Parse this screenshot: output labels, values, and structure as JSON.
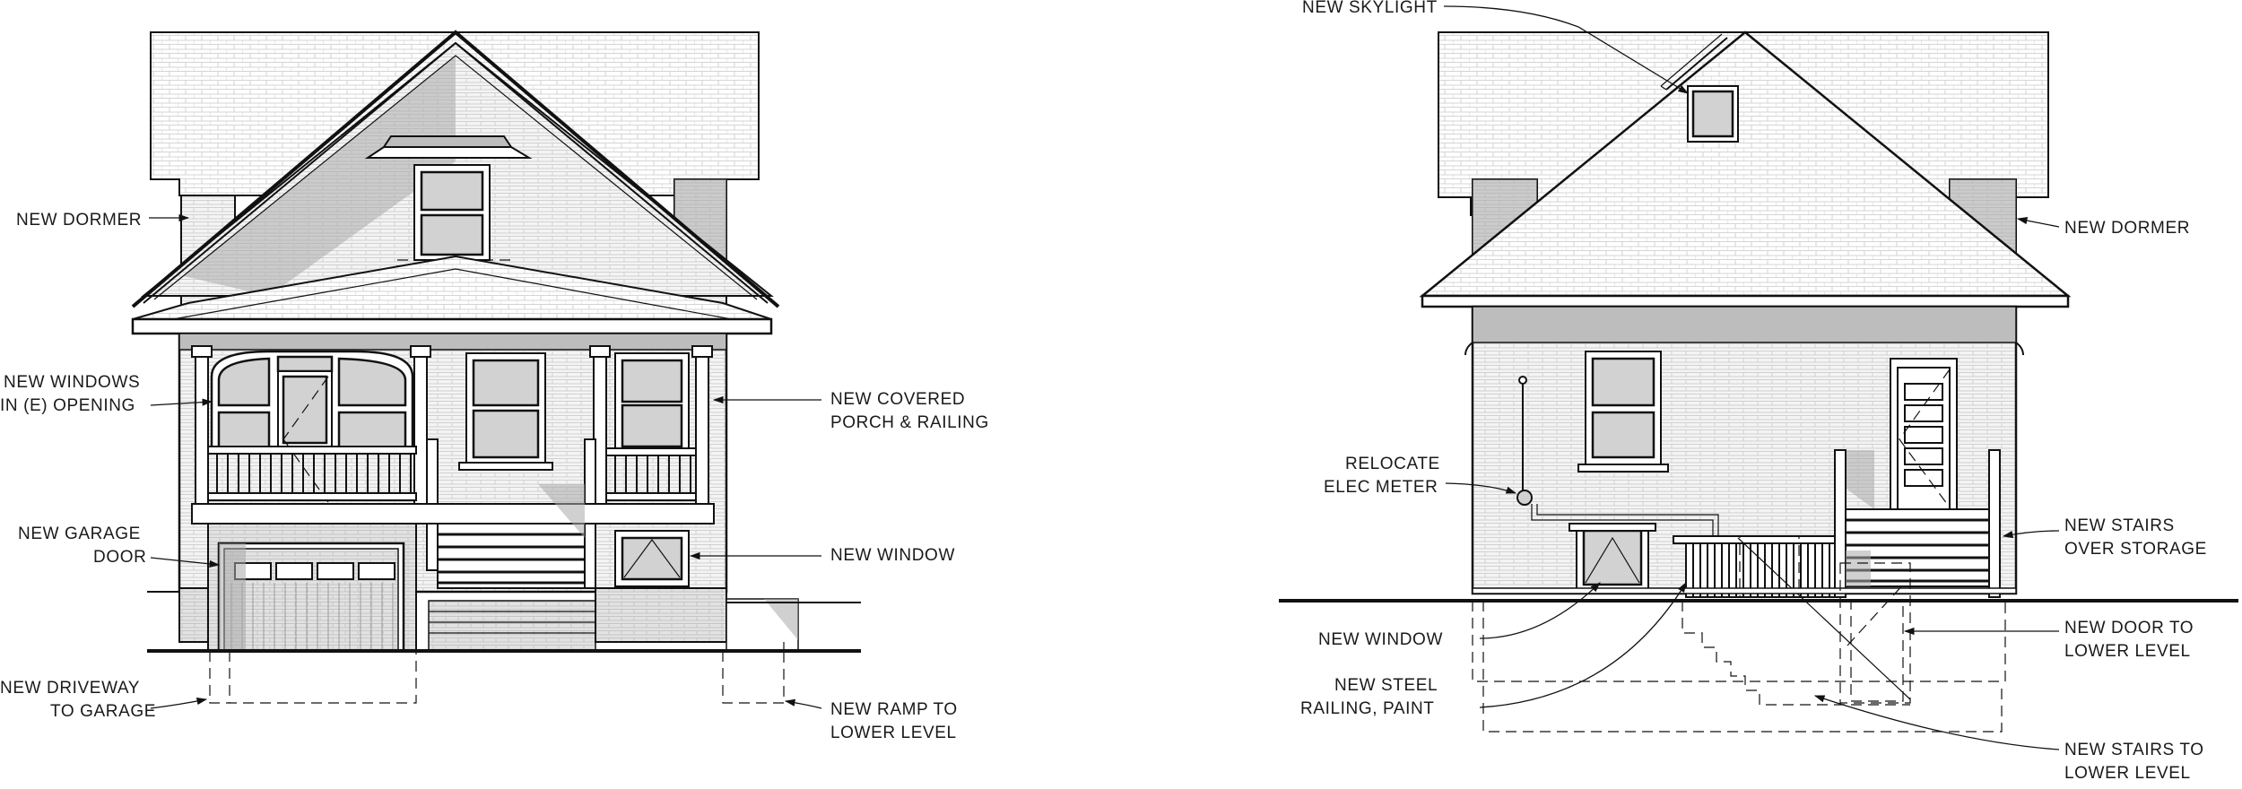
{
  "labels": {
    "front": {
      "new_dormer": "NEW DORMER",
      "new_windows_1": "NEW WINDOWS",
      "new_windows_2": "IN (E) OPENING",
      "new_garage_1": "NEW GARAGE",
      "new_garage_2": "DOOR",
      "new_driveway_1": "NEW DRIVEWAY",
      "new_driveway_2": "TO GARAGE",
      "covered_porch_1": "NEW COVERED",
      "covered_porch_2": "PORCH & RAILING",
      "new_window": "NEW WINDOW",
      "new_ramp_1": "NEW RAMP TO",
      "new_ramp_2": "LOWER LEVEL"
    },
    "rear": {
      "new_skylight": "NEW SKYLIGHT",
      "new_dormer": "NEW DORMER",
      "relocate_1": "RELOCATE",
      "relocate_2": "ELEC METER",
      "new_window": "NEW WINDOW",
      "steel_railing_1": "NEW STEEL",
      "steel_railing_2": "RAILING, PAINT",
      "new_stairs_storage_1": "NEW STAIRS",
      "new_stairs_storage_2": "OVER STORAGE",
      "new_door_1": "NEW DOOR TO",
      "new_door_2": "LOWER LEVEL",
      "new_stairs_lower_1": "NEW STAIRS TO",
      "new_stairs_lower_2": "LOWER LEVEL"
    }
  },
  "colors": {
    "line": "#111111",
    "glass": "#d2d2d2",
    "shade": "#aaaaaa"
  }
}
